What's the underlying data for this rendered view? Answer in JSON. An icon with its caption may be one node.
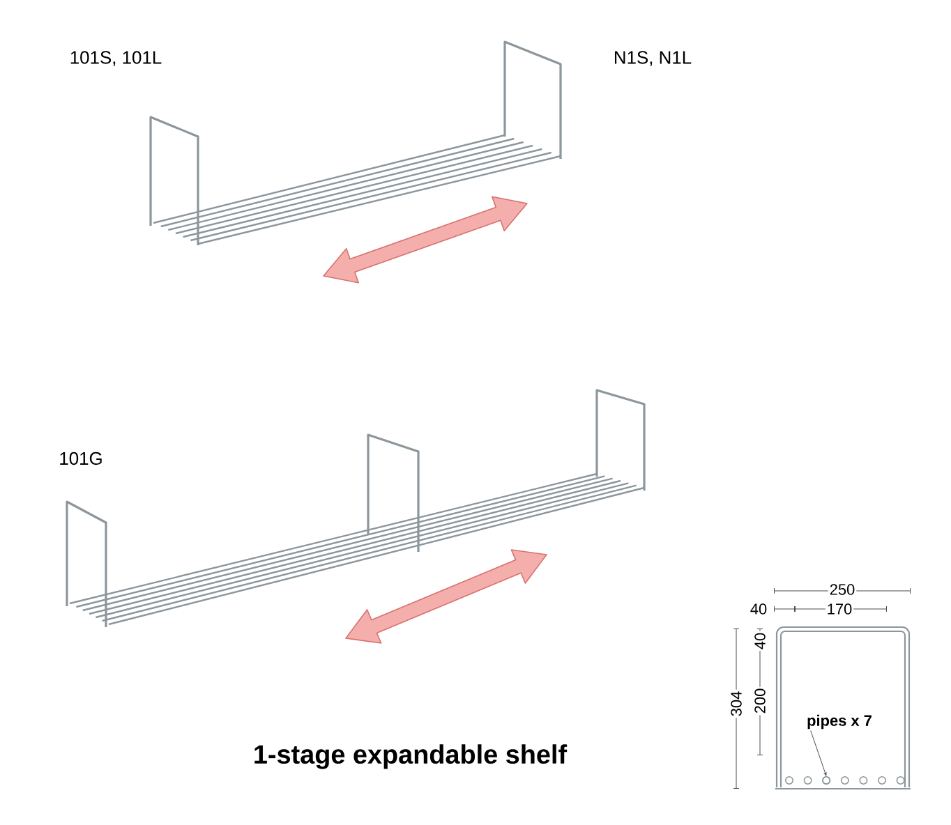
{
  "diagram": {
    "caption": "1-stage expandable shelf",
    "nodes": [
      {
        "text": [
          "pipes x 7"
        ]
      },
      {
        "text": [],
        "shape": "circle"
      }
    ],
    "edges": [
      {
        "from": 0,
        "to": 1,
        "arrow": "to"
      }
    ],
    "labels": [
      "101S, 101L",
      "N1S, N1L",
      "101G",
      "250",
      "40",
      "170",
      "40",
      "200",
      "304"
    ]
  }
}
